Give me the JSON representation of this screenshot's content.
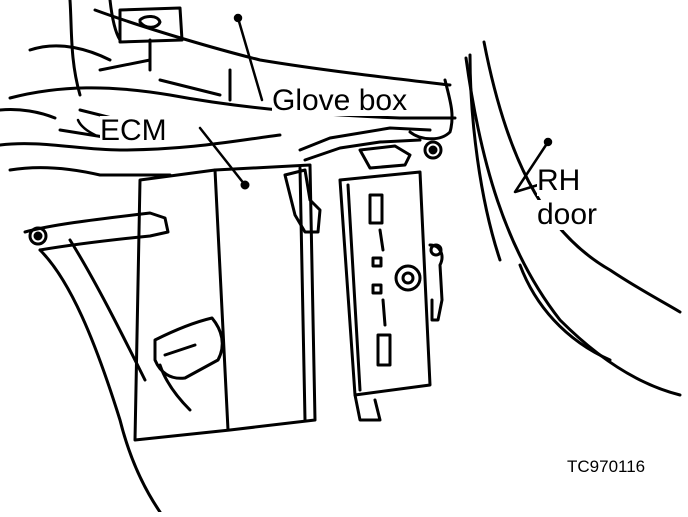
{
  "labels": {
    "glove_box": "Glove box",
    "ecm": "ECM",
    "rh_door_line1": "RH",
    "rh_door_line2": "door",
    "figure_code": "TC970116"
  },
  "colors": {
    "ink": "#000000",
    "paper": "#ffffff"
  }
}
